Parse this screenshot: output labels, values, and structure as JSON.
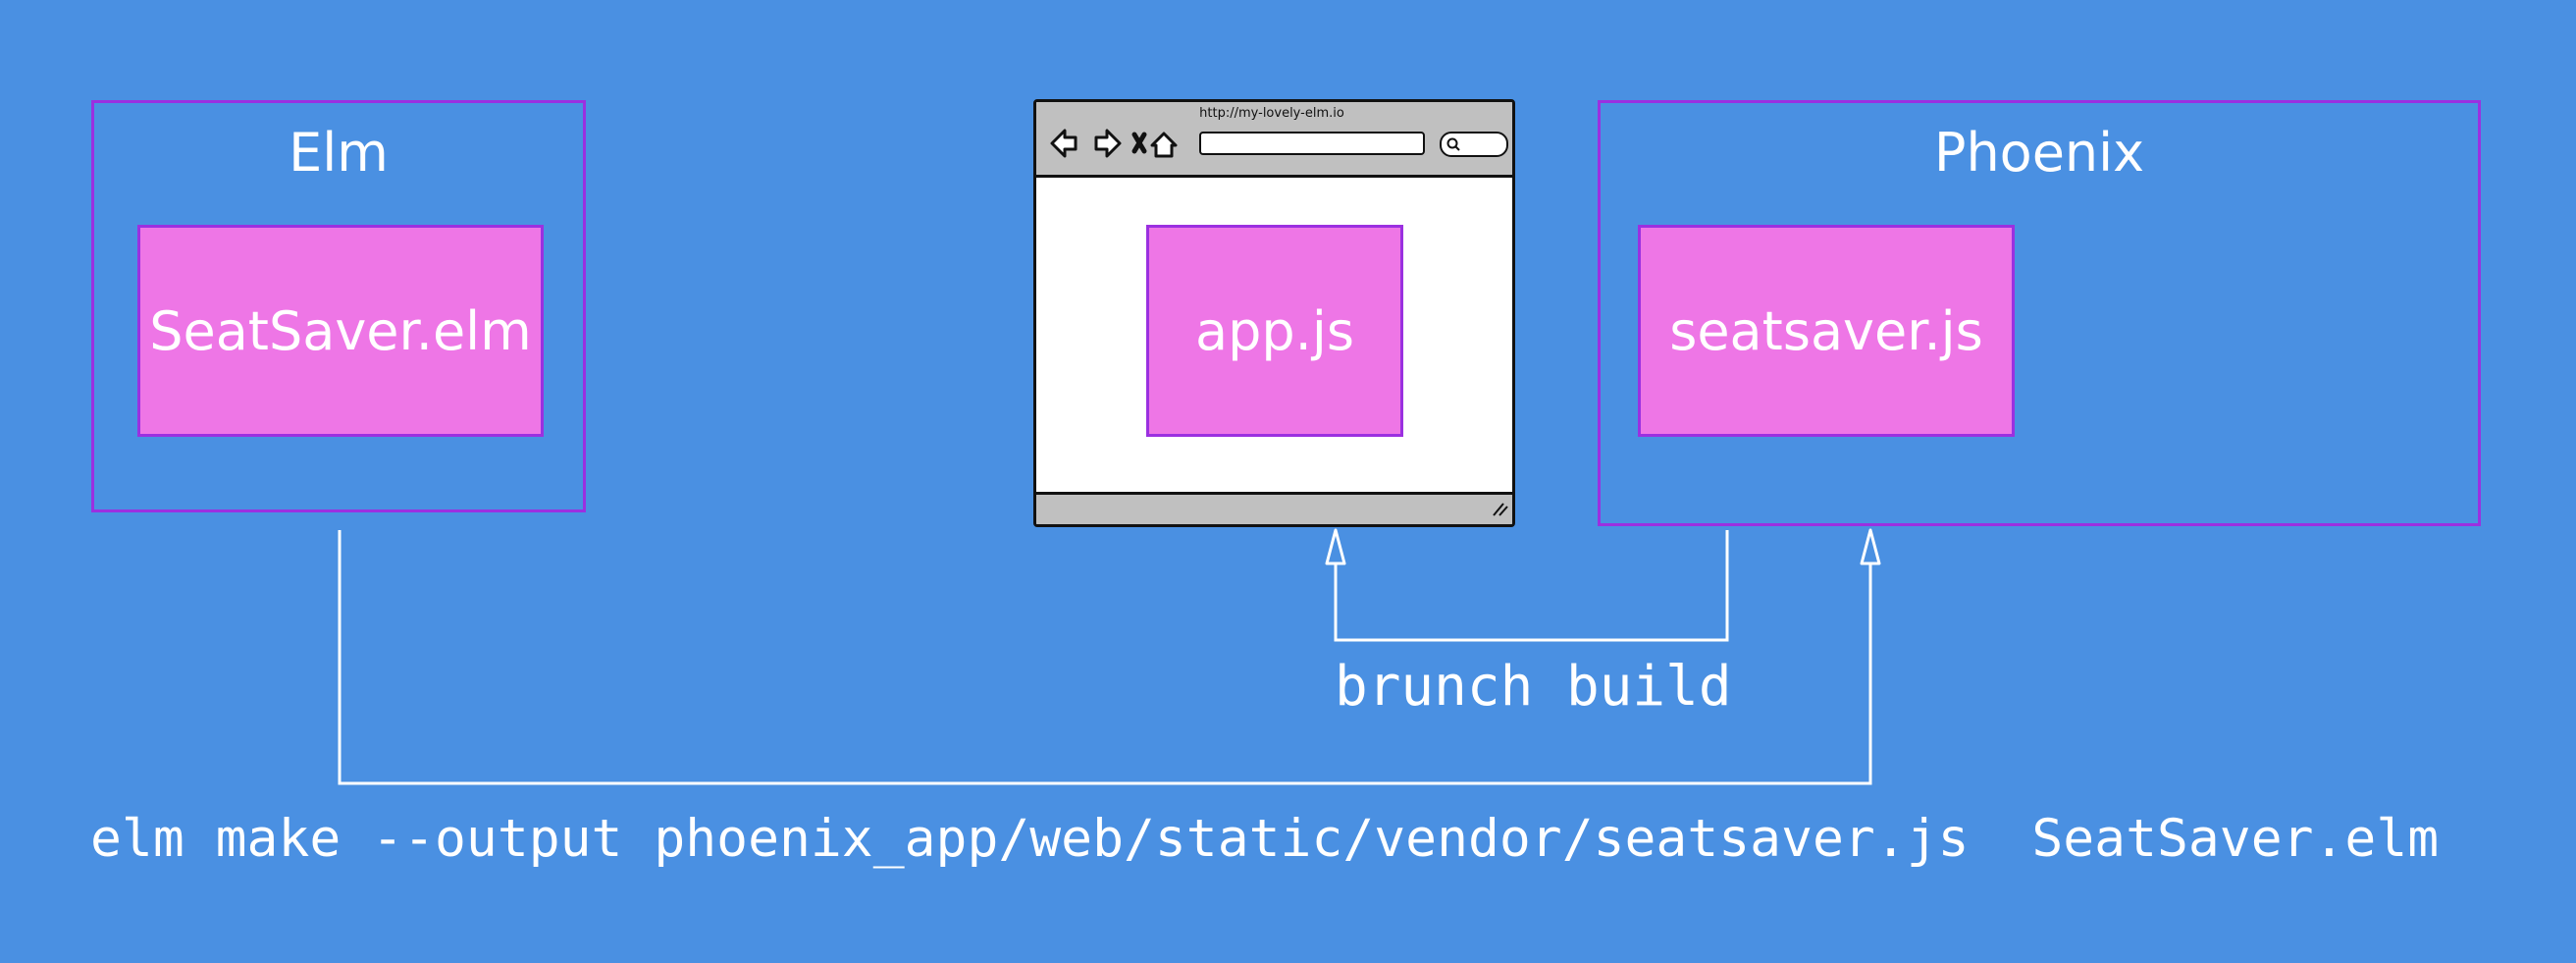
{
  "colors": {
    "background": "#4a90e2",
    "frame_border": "#9b30e0",
    "file_box": "#ee76e6",
    "text": "#ffffff"
  },
  "elm": {
    "title": "Elm",
    "file": "SeatSaver.elm"
  },
  "browser": {
    "url": "http://my-lovely-elm.io",
    "file": "app.js",
    "icons": [
      "back-arrow-icon",
      "forward-arrow-icon",
      "close-icon",
      "home-icon",
      "search-icon",
      "resize-grip-icon"
    ]
  },
  "phoenix": {
    "title": "Phoenix",
    "file": "seatsaver.js"
  },
  "labels": {
    "build": "brunch build",
    "compile": "elm make --output phoenix_app/web/static/vendor/seatsaver.js  SeatSaver.elm"
  }
}
